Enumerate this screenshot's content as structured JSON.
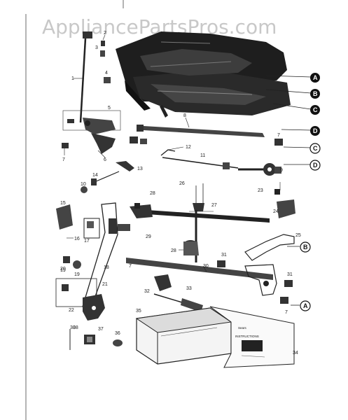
{
  "watermark": "AppliancePartsPros.com",
  "part_numbers": [
    "1",
    "2",
    "3",
    "4",
    "5",
    "6",
    "7",
    "8",
    "9",
    "10",
    "11",
    "12",
    "13",
    "14",
    "15",
    "16",
    "17",
    "18",
    "19",
    "20",
    "21",
    "22",
    "23",
    "24",
    "25",
    "26",
    "27",
    "28",
    "29",
    "30",
    "31",
    "32",
    "33",
    "34",
    "35",
    "36",
    "37",
    "38"
  ],
  "callouts": [
    "A",
    "B",
    "C",
    "D"
  ],
  "manual_box": {
    "brand": "Sears",
    "title": "INSTRUCTIONS"
  }
}
